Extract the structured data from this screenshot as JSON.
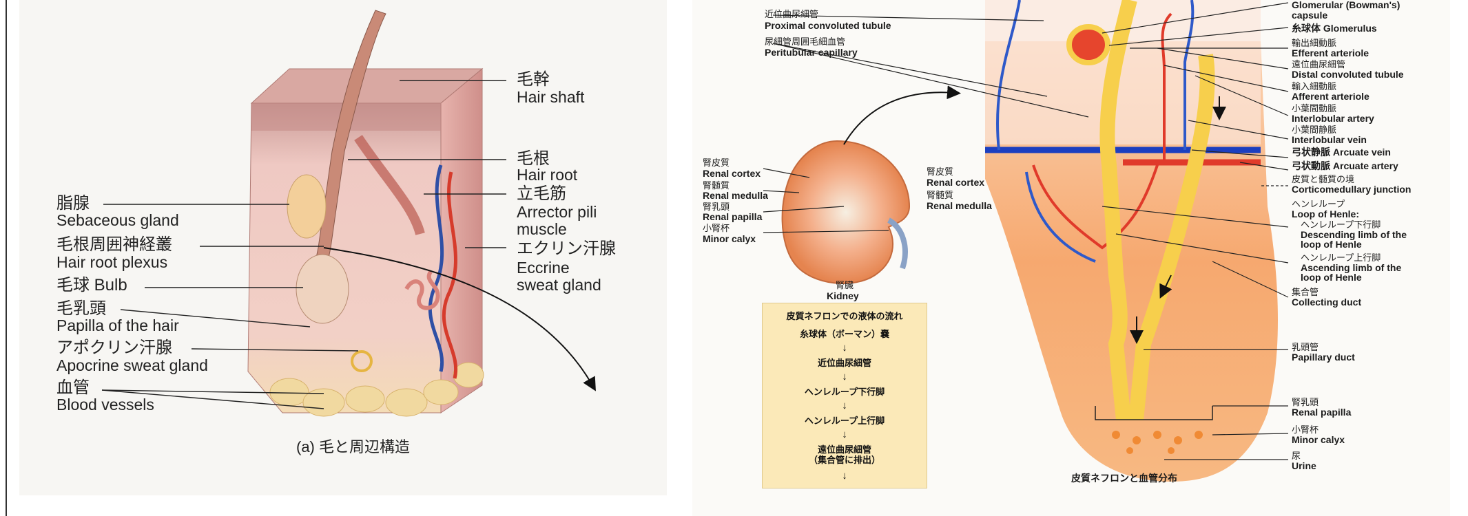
{
  "left_figure": {
    "labels": {
      "hair_shaft": {
        "jp": "毛幹",
        "en": "Hair shaft"
      },
      "hair_root": {
        "jp": "毛根",
        "en": "Hair root"
      },
      "arrector": {
        "jp": "立毛筋",
        "en1": "Arrector pili",
        "en2": "muscle"
      },
      "eccrine": {
        "jp": "エクリン汗腺",
        "en1": "Eccrine",
        "en2": "sweat gland"
      },
      "sebaceous": {
        "jp": "脂腺",
        "en": "Sebaceous gland"
      },
      "plexus": {
        "jp": "毛根周囲神経叢",
        "en": "Hair root plexus"
      },
      "bulb": {
        "text": "毛球 Bulb"
      },
      "papilla": {
        "jp": "毛乳頭",
        "en": "Papilla of the hair"
      },
      "apocrine": {
        "jp": "アポクリン汗腺",
        "en": "Apocrine sweat gland"
      },
      "vessels": {
        "jp": "血管",
        "en": "Blood vessels"
      }
    },
    "caption": "(a) 毛と周辺構造"
  },
  "right_figure": {
    "labels_left": {
      "pct": {
        "jp": "近位曲尿細管",
        "en": "Proximal convoluted tubule"
      },
      "peritubular": {
        "jp": "尿細管周囲毛細血管",
        "en": "Peritubular capillary"
      },
      "renal_cortex": {
        "jp": "腎皮質",
        "en": "Renal cortex"
      },
      "renal_medulla": {
        "jp": "腎髄質",
        "en": "Renal medulla"
      },
      "renal_papilla": {
        "jp": "腎乳頭",
        "en": "Renal papilla"
      },
      "minor_calyx": {
        "jp": "小腎杯",
        "en": "Minor calyx"
      },
      "kidney": {
        "jp": "腎臓",
        "en": "Kidney"
      }
    },
    "labels_mid": {
      "cortex": {
        "jp": "腎皮質",
        "en": "Renal cortex"
      },
      "medulla": {
        "jp": "腎髄質",
        "en": "Renal medulla"
      }
    },
    "labels_right": {
      "glomerular_capsule": {
        "en1": "Glomerular (Bowman's)",
        "en2": "capsule"
      },
      "glomerulus": {
        "text": "糸球体 Glomerulus"
      },
      "efferent": {
        "jp": "輸出細動脈",
        "en": "Efferent arteriole"
      },
      "dct": {
        "jp": "遠位曲尿細管",
        "en": "Distal convoluted tubule"
      },
      "afferent": {
        "jp": "輸入細動脈",
        "en": "Afferent arteriole"
      },
      "interlobular_artery": {
        "jp": "小葉間動脈",
        "en": "Interlobular artery"
      },
      "interlobular_vein": {
        "jp": "小葉間静脈",
        "en": "Interlobular vein"
      },
      "arcuate_vein": {
        "text": "弓状静脈 Arcuate vein"
      },
      "arcuate_artery": {
        "text": "弓状動脈 Arcuate artery"
      },
      "junction": {
        "jp": "皮質と髄質の境",
        "en": "Corticomedullary junction"
      },
      "loop": {
        "jp": "ヘンレループ",
        "en": "Loop of Henle:"
      },
      "descending": {
        "jp": "ヘンレループ下行脚",
        "en1": "Descending limb of the",
        "en2": "loop of Henle"
      },
      "ascending": {
        "jp": "ヘンレループ上行脚",
        "en1": "Ascending limb of the",
        "en2": "loop of Henle"
      },
      "collecting": {
        "jp": "集合管",
        "en": "Collecting duct"
      },
      "papillary": {
        "jp": "乳頭管",
        "en": "Papillary duct"
      },
      "renal_papilla": {
        "jp": "腎乳頭",
        "en": "Renal papilla"
      },
      "minor_calyx": {
        "jp": "小腎杯",
        "en": "Minor calyx"
      },
      "urine": {
        "jp": "尿",
        "en": "Urine"
      }
    },
    "flow_box": {
      "title": "皮質ネフロンでの液体の流れ",
      "steps": [
        "糸球体（ボーマン）嚢",
        "近位曲尿細管",
        "ヘンレループ下行脚",
        "ヘンレループ上行脚",
        "遠位曲尿細管\n（集合管に排出）"
      ],
      "arrow": "↓"
    },
    "caption": "皮質ネフロンと血管分布"
  },
  "colors": {
    "skin_pink": "#e9b8b4",
    "fat_yellow": "#f1d9a0",
    "vein_blue": "#2e59c9",
    "artery_red": "#e23a2a",
    "tubule_yellow": "#f7cf4c",
    "medulla_orange": "#f59a55",
    "flow_box_bg": "#fbe9b8"
  }
}
